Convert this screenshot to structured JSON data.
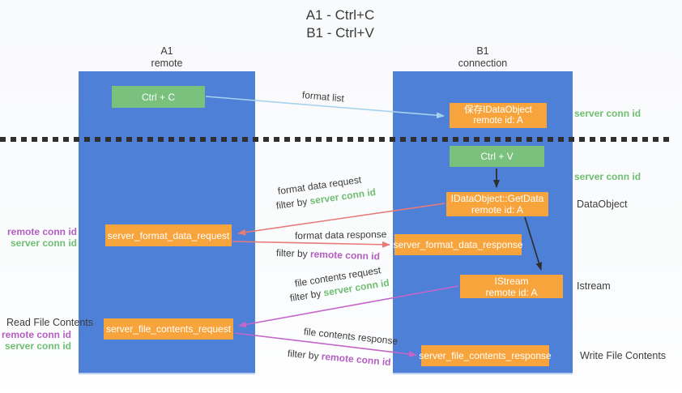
{
  "title": {
    "line1": "A1 - Ctrl+C",
    "line2": "B1 - Ctrl+V"
  },
  "lanes": {
    "left": {
      "title": "A1",
      "subtitle": "remote"
    },
    "right": {
      "title": "B1",
      "subtitle": "connection"
    }
  },
  "nodes": {
    "ctrl_c": {
      "label": "Ctrl + C"
    },
    "save_dataobject": {
      "line1": "保存IDataObject",
      "line2": "remote id: A"
    },
    "ctrl_v": {
      "label": "Ctrl + V"
    },
    "getdata": {
      "line1": "IDataObject::GetData",
      "line2": "remote id: A"
    },
    "format_request": {
      "label": "server_format_data_request"
    },
    "format_response": {
      "label": "server_format_data_response"
    },
    "istream": {
      "line1": "IStream",
      "line2": "remote id: A"
    },
    "file_request": {
      "label": "server_file_contents_request"
    },
    "file_response": {
      "label": "server_file_contents_response"
    }
  },
  "annotations": {
    "format_list": "format list",
    "server_conn_id_top": "server conn id",
    "server_conn_id_mid": "server conn id",
    "dataobject_label": "DataObject",
    "istream_label": "Istream",
    "read_file_contents": "Read File Contents",
    "write_file_contents": "Write File Contents",
    "mid_left": {
      "remote": "remote conn id",
      "server": "server conn id"
    },
    "bottom_left": {
      "remote": "remote conn id",
      "server": "server conn id"
    },
    "format_data_request": {
      "text": "format data request",
      "filter_prefix": "filter by ",
      "filter_id": "server conn id"
    },
    "format_data_response": {
      "text": "format data response",
      "filter_prefix": "filter by ",
      "filter_id": "remote conn id"
    },
    "file_contents_request": {
      "text": "file contents request",
      "filter_prefix": "filter by ",
      "filter_id": "server conn id"
    },
    "file_contents_response": {
      "text": "file contents response",
      "filter_prefix": "filter by ",
      "filter_id": "remote conn id"
    }
  },
  "colors": {
    "lane_blue": "#4d80d6",
    "box_green": "#79c17d",
    "box_orange": "#f8a43c",
    "arrow_blue": "#a6d2ef",
    "arrow_red": "#e87a78",
    "arrow_purple": "#c465c9",
    "arrow_black": "#2f2f2f",
    "text_green": "#6fbf72",
    "text_purple": "#b55ec2"
  }
}
